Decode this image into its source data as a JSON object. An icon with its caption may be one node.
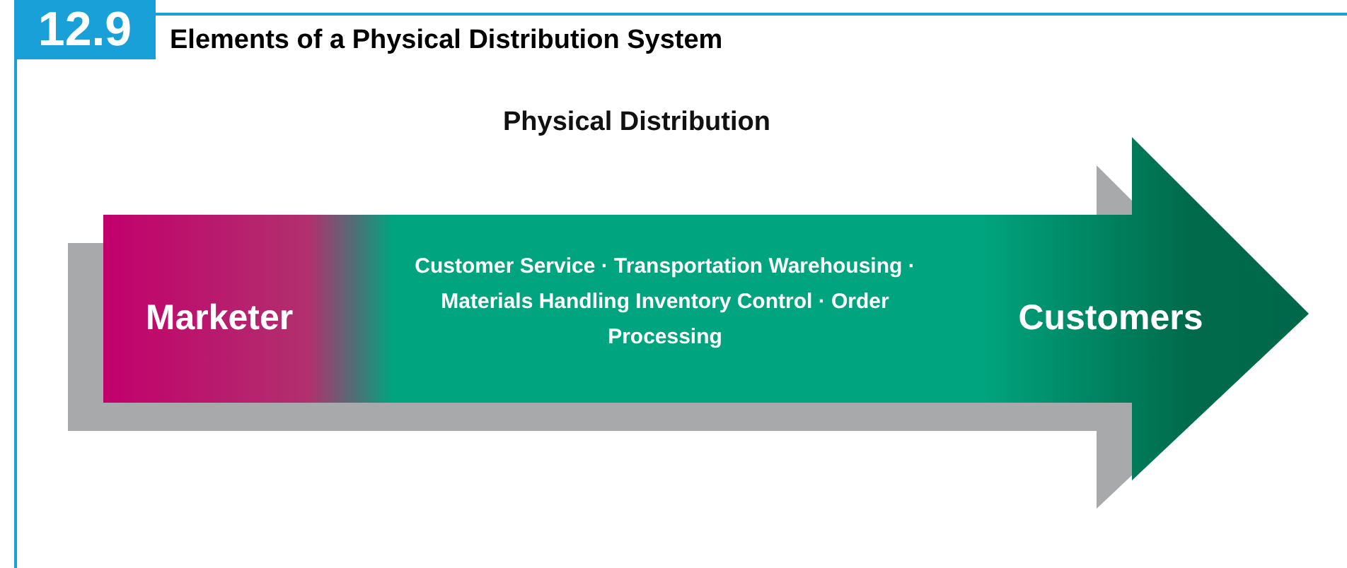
{
  "diagram": {
    "title": "Elements of a Physical Distribution System",
    "nodes": [
      {
        "text": [
          "Physical Distribution"
        ]
      },
      {
        "text": [
          "Marketer"
        ],
        "in": 0
      },
      {
        "text": [
          "Customer Service · Transportation Warehousing · Materials Handling Inventory Control · Order Processing"
        ],
        "in": 0
      },
      {
        "text": [
          "Customers"
        ],
        "in": 0
      }
    ],
    "labels": [
      "12.9"
    ]
  }
}
